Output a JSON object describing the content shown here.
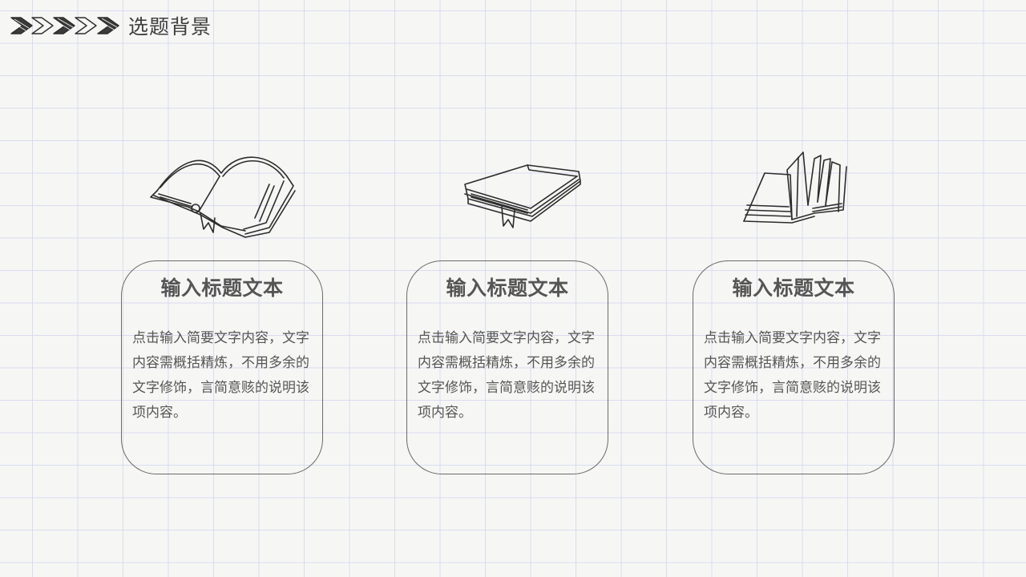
{
  "page_title": "选题背景",
  "cards": [
    {
      "icon": "open-book-icon",
      "title": "输入标题文本",
      "body": "点击输入简要文字内容，文字内容需概括精炼，不用多余的文字修饰，言简意赅的说明该项内容。"
    },
    {
      "icon": "closed-book-icon",
      "title": "输入标题文本",
      "body": "点击输入简要文字内容，文字内容需概括精炼，不用多余的文字修饰，言简意赅的说明该项内容。"
    },
    {
      "icon": "flipping-book-icon",
      "title": "输入标题文本",
      "body": "点击输入简要文字内容，文字内容需概括精炼，不用多余的文字修饰，言简意赅的说明该项内容。"
    }
  ],
  "colors": {
    "background": "#f6f7f4",
    "grid": "#d9dbef",
    "text": "#555555",
    "border": "#6a6a6a"
  }
}
